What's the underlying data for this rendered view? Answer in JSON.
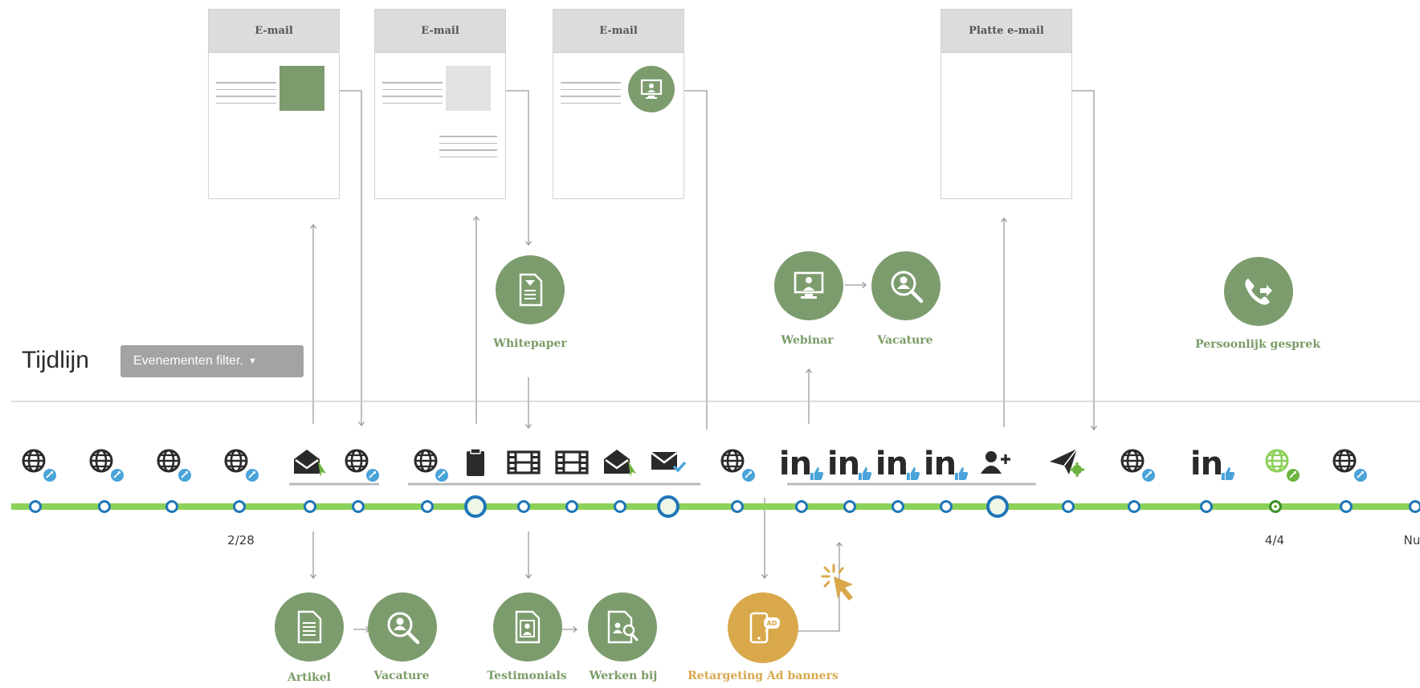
{
  "emails": [
    {
      "title": "E-mail",
      "content": "green-block"
    },
    {
      "title": "E-mail",
      "content": "grey-block"
    },
    {
      "title": "E-mail",
      "content": "webinar-icon"
    },
    {
      "title": "Platte e-mail",
      "content": "plain"
    }
  ],
  "timeline": {
    "title": "Tijdlijn",
    "filter_label": "Evenementen filter.",
    "filter_icon": "caret-down-icon",
    "dates": [
      "2/28",
      "4/4",
      "Nu"
    ]
  },
  "top_items": [
    {
      "label": "Whitepaper",
      "icon": "whitepaper-icon"
    },
    {
      "label": "Webinar",
      "icon": "webinar-icon"
    },
    {
      "label": "Vacature",
      "icon": "vacature-icon"
    },
    {
      "label": "Persoonlijk gesprek",
      "icon": "phone-forward-icon"
    }
  ],
  "bottom_items": [
    {
      "label": "Artikel",
      "icon": "article-icon"
    },
    {
      "label": "Vacature",
      "icon": "vacature-icon"
    },
    {
      "label": "Testimonials",
      "icon": "testimonial-icon"
    },
    {
      "label": "Werken bij",
      "icon": "werken-bij-icon"
    },
    {
      "label": "Retargeting Ad banners",
      "icon": "ad-phone-icon"
    }
  ],
  "events": [
    {
      "icon": "globe-icon",
      "badge": "blue"
    },
    {
      "icon": "globe-icon",
      "badge": "blue"
    },
    {
      "icon": "globe-icon",
      "badge": "blue"
    },
    {
      "icon": "globe-icon",
      "badge": "blue"
    },
    {
      "icon": "mail-open-icon",
      "badge": "cursor"
    },
    {
      "icon": "globe-icon",
      "badge": "blue"
    },
    {
      "icon": "globe-icon",
      "badge": "blue"
    },
    {
      "icon": "clipboard-icon",
      "badge": ""
    },
    {
      "icon": "film-icon",
      "badge": ""
    },
    {
      "icon": "film-icon",
      "badge": ""
    },
    {
      "icon": "mail-open-icon",
      "badge": "cursor"
    },
    {
      "icon": "mail-check-icon",
      "badge": "check"
    },
    {
      "icon": "globe-icon",
      "badge": "blue"
    },
    {
      "icon": "linkedin-icon",
      "badge": "thumb"
    },
    {
      "icon": "linkedin-icon",
      "badge": "thumb"
    },
    {
      "icon": "linkedin-icon",
      "badge": "thumb"
    },
    {
      "icon": "linkedin-icon",
      "badge": "thumb"
    },
    {
      "icon": "add-user-icon",
      "badge": ""
    },
    {
      "icon": "send-gear-icon",
      "badge": "gear"
    },
    {
      "icon": "globe-icon",
      "badge": "blue"
    },
    {
      "icon": "linkedin-icon",
      "badge": "thumb"
    },
    {
      "icon": "globe-green-icon",
      "badge": "green"
    },
    {
      "icon": "globe-icon",
      "badge": "blue"
    }
  ],
  "colors": {
    "accent_green": "#7d9c6e",
    "timeline_green": "#8cd15a",
    "node_blue": "#1f76b8",
    "badge_blue": "#4aa3d9",
    "orange": "#d8a84a"
  }
}
